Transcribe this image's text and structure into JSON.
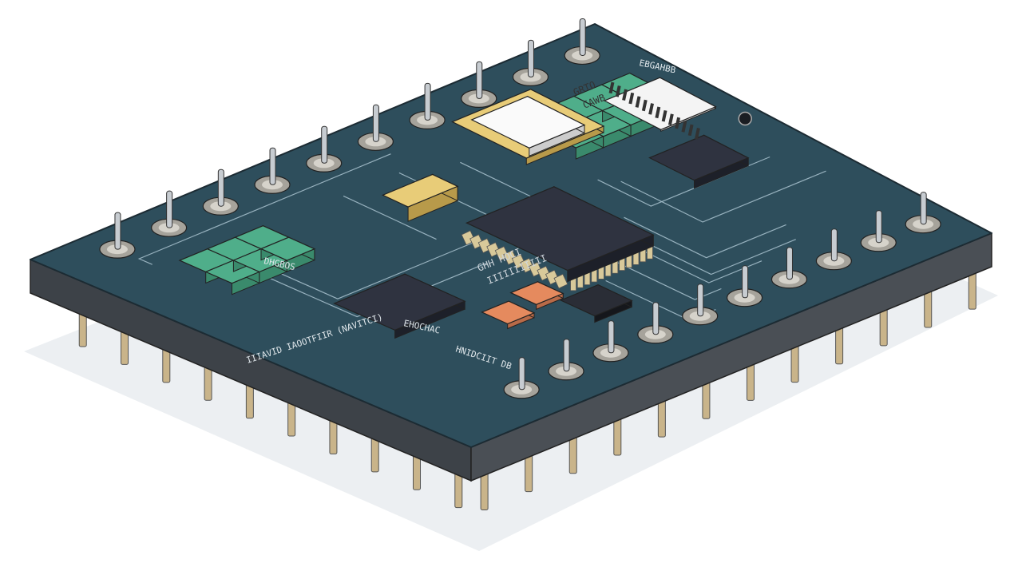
{
  "colors": {
    "board_top": "#2e4e5c",
    "board_edge": "#4a4f55",
    "trace": "#a9c3cf",
    "pin": "#c9b48a",
    "header_pin": "#c7ccd1",
    "pad_ring": "#a6a39b",
    "chip": "#2f3340",
    "chip_lead": "#d8c99a",
    "green_block": "#4fae8a",
    "orange_pad": "#e58a5e",
    "gold_module": "#e8cc78",
    "shadow": "#dfe4ea"
  },
  "labels": {
    "main_chip_line1": "GHH HOCI",
    "main_chip_line2": "IIIIIIIIIII",
    "module_line1": "GRTO",
    "module_line2": "CAWB",
    "silk_top_right": "EBGAHBB",
    "silk_left": "DHGBOS",
    "silk_bottom": "IIIAVID IAOOTFIIR (NAVITCI)",
    "silk_mid": "EHOCHAC",
    "silk_front": "HNIDCIIT DB"
  }
}
